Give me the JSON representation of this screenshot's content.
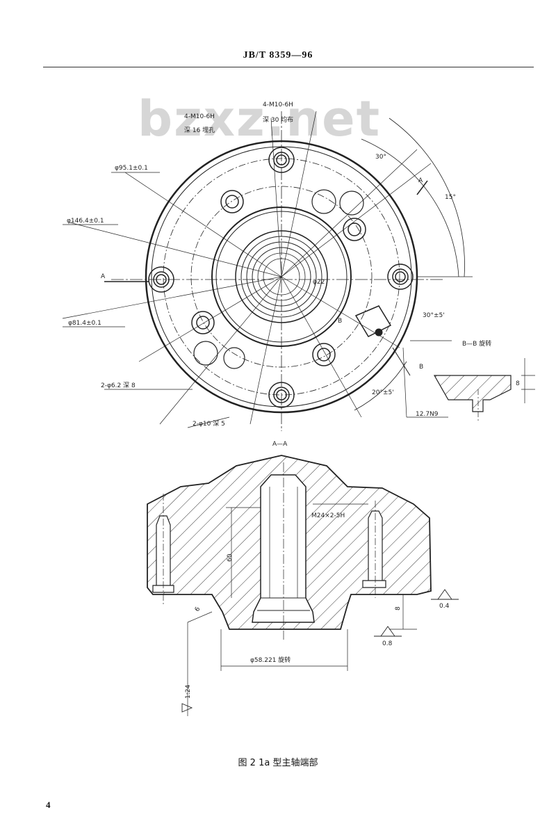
{
  "header": {
    "standard": "JB/T 8359—96"
  },
  "watermark": "bzxz.net",
  "top_view": {
    "labels": {
      "m10_4_blind": "4-M10-6H",
      "m10_4_blind_depth": "深 16 埋孔",
      "m10_4_through": "4-M10-6H",
      "m10_4_through_depth": "深 30 均布",
      "d95": "φ95.1±0.1",
      "d146": "φ146.4±0.1",
      "d81": "φ81.4±0.1",
      "d_center": "φ22",
      "holes_2": "2-φ6.2 深 8",
      "holes_10": "2-φ10 深 5",
      "angle30a": "30°",
      "angle15": "15°",
      "angle30b": "30°±5'",
      "angle20": "20°±5'",
      "key_width": "12.7N9",
      "sec_a_top": "A",
      "sec_a_left": "A",
      "sec_b1": "B",
      "sec_b2": "B"
    }
  },
  "section_bb": {
    "title": "B—B 旋转",
    "dim": "8"
  },
  "section_aa": {
    "title": "A—A",
    "thread": "M24×2-5H",
    "depth60": "60",
    "depth8": "8",
    "r6": "6",
    "rough1": "0.4",
    "rough2": "0.8",
    "bore": "φ58.221 旋转",
    "taper": "1:24"
  },
  "caption": "图 2 1a 型主轴端部",
  "page_number": "4"
}
